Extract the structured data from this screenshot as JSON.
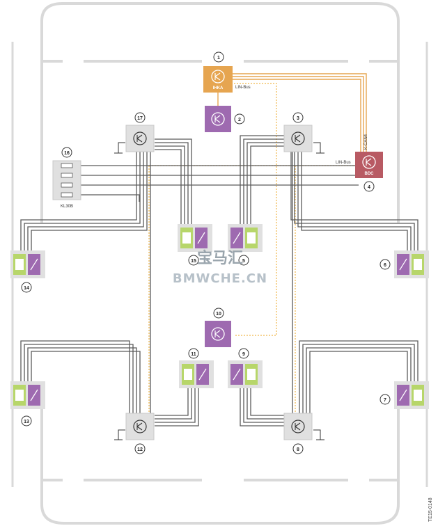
{
  "modules": {
    "ihka": "IHKA",
    "bdc": "BDC",
    "kl30b": "KL30B"
  },
  "bus_labels": {
    "lin_top": "LIN-Bus",
    "lin_right": "LIN-Bus",
    "k_can": "K-CAN4"
  },
  "callouts": [
    "1",
    "2",
    "3",
    "4",
    "5",
    "6",
    "7",
    "8",
    "9",
    "10",
    "11",
    "12",
    "13",
    "14",
    "15",
    "16",
    "17"
  ],
  "watermark": {
    "cjk": "宝马汇",
    "latin": "BMWCHE.CN"
  },
  "doc_id": "TE15-0148",
  "colors": {
    "ihka": "#e6a550",
    "bdc": "#b85a63",
    "actuator": "#9e6ab0",
    "junction": "#e0e0e0",
    "wire": "#5a5a5a",
    "lin": "#f0b64a",
    "sensor": "#b7d66a",
    "body_outline": "#d9d9d9"
  }
}
